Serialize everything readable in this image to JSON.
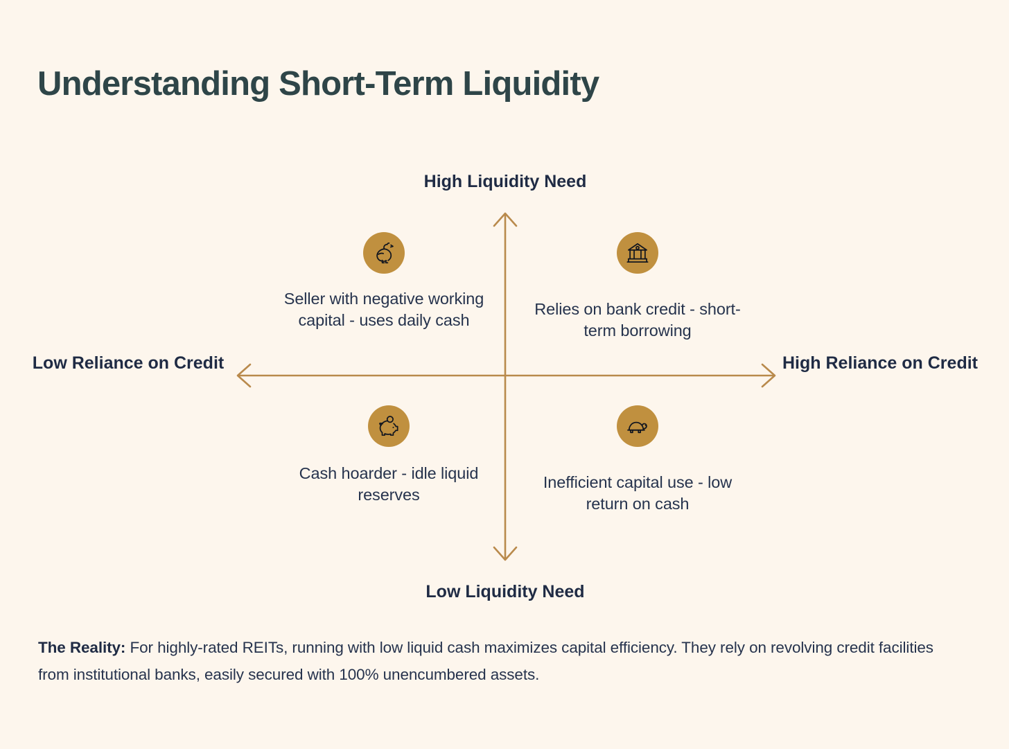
{
  "page": {
    "background_color": "#fdf6ed",
    "title": "Understanding Short-Term Liquidity",
    "title_color": "#2e4548"
  },
  "colors": {
    "accent_gold": "#c0903f",
    "axis_line": "#b98a4c",
    "text_navy": "#1f2b44",
    "body_text": "#26334d"
  },
  "matrix": {
    "axes": {
      "top_label": "High Liquidity Need",
      "bottom_label": "Low Liquidity Need",
      "left_label": "Low Reliance on Credit",
      "right_label": "High Reliance on Credit",
      "y_axis_name": "Liquidity Need",
      "x_axis_name": "Reliance on Credit",
      "arrowheads": "both-ends-open-chevron"
    },
    "quadrants": [
      {
        "position": "top-left",
        "icon": "chicken-icon",
        "text": "Seller with negative working capital - uses daily cash"
      },
      {
        "position": "top-right",
        "icon": "bank-icon",
        "text": "Relies on bank credit - short-term borrowing"
      },
      {
        "position": "bottom-left",
        "icon": "piggy-bank-icon",
        "text": "Cash hoarder - idle liquid reserves"
      },
      {
        "position": "bottom-right",
        "icon": "turtle-icon",
        "text": "Inefficient capital use - low return on cash"
      }
    ]
  },
  "footer": {
    "lead": "The Reality:",
    "body": " For highly-rated REITs, running with low liquid cash maximizes capital efficiency. They rely on revolving credit facilities from institutional banks, easily secured with 100% unencumbered assets."
  }
}
